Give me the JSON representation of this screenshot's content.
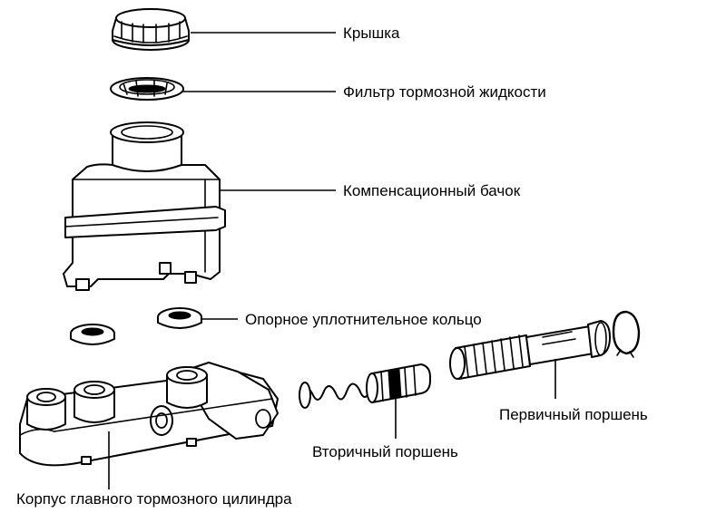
{
  "labels": {
    "cap": "Крышка",
    "filter": "Фильтр тормозной жидкости",
    "reservoir": "Компенсационный бачок",
    "seal": "Опорное уплотнительное кольцо",
    "primary_piston": "Первичный поршень",
    "secondary_piston": "Вторичный поршень",
    "body": "Корпус главного тормозного цилиндра"
  }
}
